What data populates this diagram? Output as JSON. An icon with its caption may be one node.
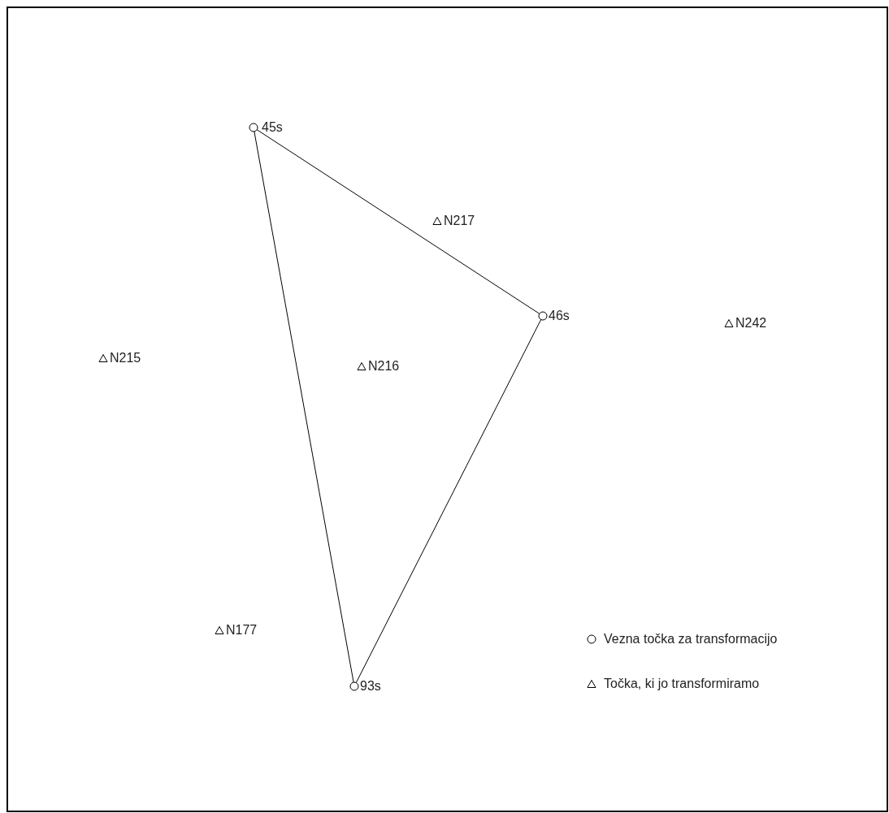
{
  "diagram": {
    "nodes": [
      {
        "text": [
          "45s"
        ]
      },
      {
        "text": [
          "N217"
        ]
      },
      {
        "text": [
          "46s"
        ]
      },
      {
        "text": [
          "N242"
        ]
      },
      {
        "text": [
          "N215"
        ]
      },
      {
        "text": [
          "N216"
        ]
      },
      {
        "text": [
          "N177"
        ]
      },
      {
        "text": [
          "93s"
        ]
      }
    ],
    "edges": [
      {
        "from": 0,
        "to": 2,
        "arrow": "none"
      },
      {
        "from": 2,
        "to": 7,
        "arrow": "none"
      },
      {
        "from": 7,
        "to": 0,
        "arrow": "none"
      }
    ],
    "legend": [
      {
        "text": "Vezna točka za transformacijo"
      },
      {
        "text": "Točka, ki jo transformiramo"
      }
    ]
  }
}
